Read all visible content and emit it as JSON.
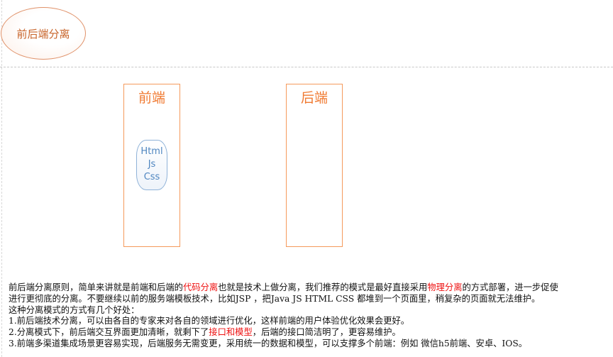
{
  "title_node": "前后端分离",
  "frontend_box": {
    "title": "前端",
    "tech": [
      "Html",
      "Js",
      "Css"
    ]
  },
  "backend_box": {
    "title": "后端"
  },
  "description": {
    "line1_a": "前后端分离原则，简单来讲就是前端和后端的",
    "line1_red1": "代码分离",
    "line1_b": "也就是技术上做分离，我们推荐的模式是最好直接采用",
    "line1_red2": "物理分离",
    "line1_c": "的方式部署，进一步促使",
    "line2": "进行更彻底的分离。不要继续以前的服务端模板技术，比如JSP ，把Java JS HTML CSS 都堆到一个页面里，稍复杂的页面就无法维护。",
    "line3": "这种分离模式的方式有几个好处：",
    "point1": "1.前后端技术分离，可以由各自的专家来对各自的领域进行优化，这样前端的用户体验优化效果会更好。",
    "point2_a": "2.分离模式下，前后端交互界面更加清晰，就剩下了",
    "point2_red": "接口和模型",
    "point2_b": "，后端的接口简洁明了，更容易维护。",
    "point3": "3.前端多渠道集成场景更容易实现，后端服务无需变更，采用统一的数据和模型，可以支撑多个前端：例如 微信h5前端、安卓、IOS。"
  }
}
